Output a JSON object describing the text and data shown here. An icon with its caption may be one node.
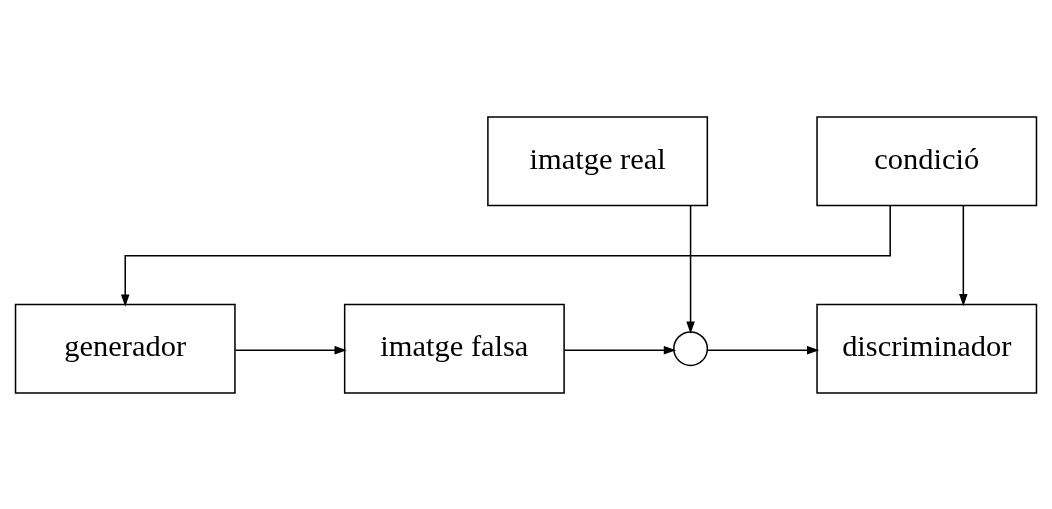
{
  "diagram": {
    "nodes": [
      {
        "text": [
          "condició"
        ]
      },
      {
        "text": [
          "imatge real"
        ]
      },
      {
        "text": [
          "generador"
        ]
      },
      {
        "text": [
          "imatge falsa"
        ]
      },
      {
        "text": [],
        "shape": "circle"
      },
      {
        "text": [
          "discriminador"
        ]
      }
    ],
    "edges": [
      {
        "from": 0,
        "to": 2,
        "arrow": "to"
      },
      {
        "from": 0,
        "to": 5,
        "arrow": "to"
      },
      {
        "from": 1,
        "to": 4,
        "arrow": "to"
      },
      {
        "from": 2,
        "to": 3,
        "arrow": "to"
      },
      {
        "from": 3,
        "to": 4,
        "arrow": "to"
      },
      {
        "from": 4,
        "to": 5,
        "arrow": "to"
      }
    ]
  }
}
